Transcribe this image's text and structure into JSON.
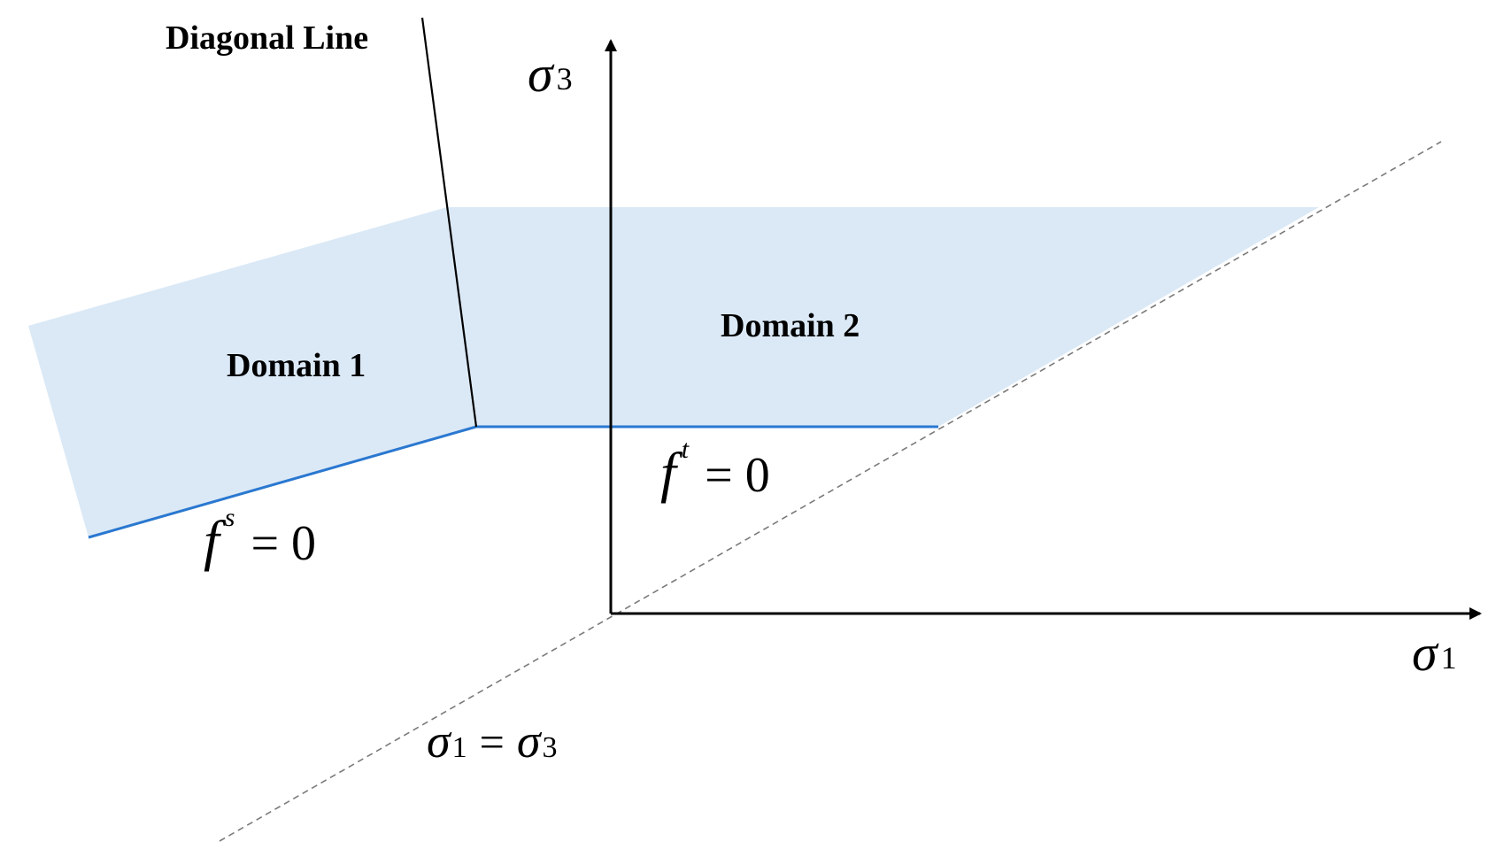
{
  "labels": {
    "diagonal_line": "Diagonal Line",
    "domain_1": "Domain 1",
    "domain_2": "Domain 2",
    "sigma_symbol": "σ",
    "sigma3_subscript": "3",
    "sigma1_subscript": "1",
    "f_symbol": "f",
    "fs_superscript": "s",
    "ft_superscript": "t",
    "equals_zero": "= 0",
    "equals": "="
  },
  "colors": {
    "domain_fill": "#dbe9f6",
    "yield_line": "#2a78d0",
    "axis": "#000000",
    "diagonal_dashed": "#7a7a7a"
  }
}
